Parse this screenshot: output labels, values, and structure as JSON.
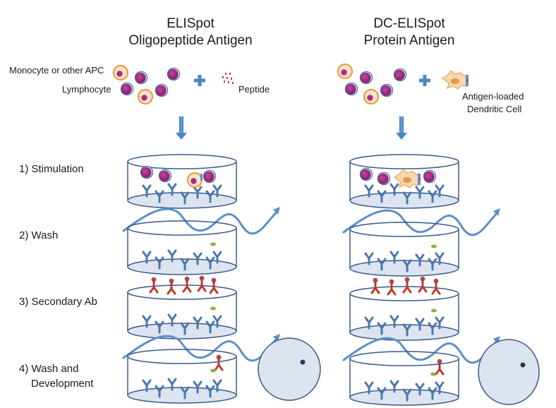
{
  "diagram": {
    "left_panel": {
      "title_line1": "ELISpot",
      "title_line2": "Oligopeptide Antigen",
      "labels": {
        "monocyte": "Monocyte or other APC",
        "lymphocyte": "Lymphocyte",
        "peptide": "Peptide"
      }
    },
    "right_panel": {
      "title_line1": "DC-ELISpot",
      "title_line2": "Protein Antigen",
      "labels": {
        "dendritic_line1": "Antigen-loaded",
        "dendritic_line2": "Dendritic Cell"
      }
    },
    "steps": [
      {
        "label": "1) Stimulation"
      },
      {
        "label": "2) Wash"
      },
      {
        "label": "3) Secondary Ab"
      },
      {
        "label": "4) Wash and",
        "label_line2": "Development"
      }
    ],
    "colors": {
      "well_outline": "#3a5a8c",
      "well_floor": "#dce4f0",
      "antibody": "#4a78ad",
      "secondary_antibody": "#c0392b",
      "lymphocyte": "#a8257f",
      "monocyte_ring": "#e8962e",
      "monocyte_fill": "#fbe3cc",
      "dendritic_fill": "#f8d6b0",
      "arrow": "#4a86c5",
      "cytokine": "#8db33a",
      "spot": "#1f3a5f"
    }
  }
}
